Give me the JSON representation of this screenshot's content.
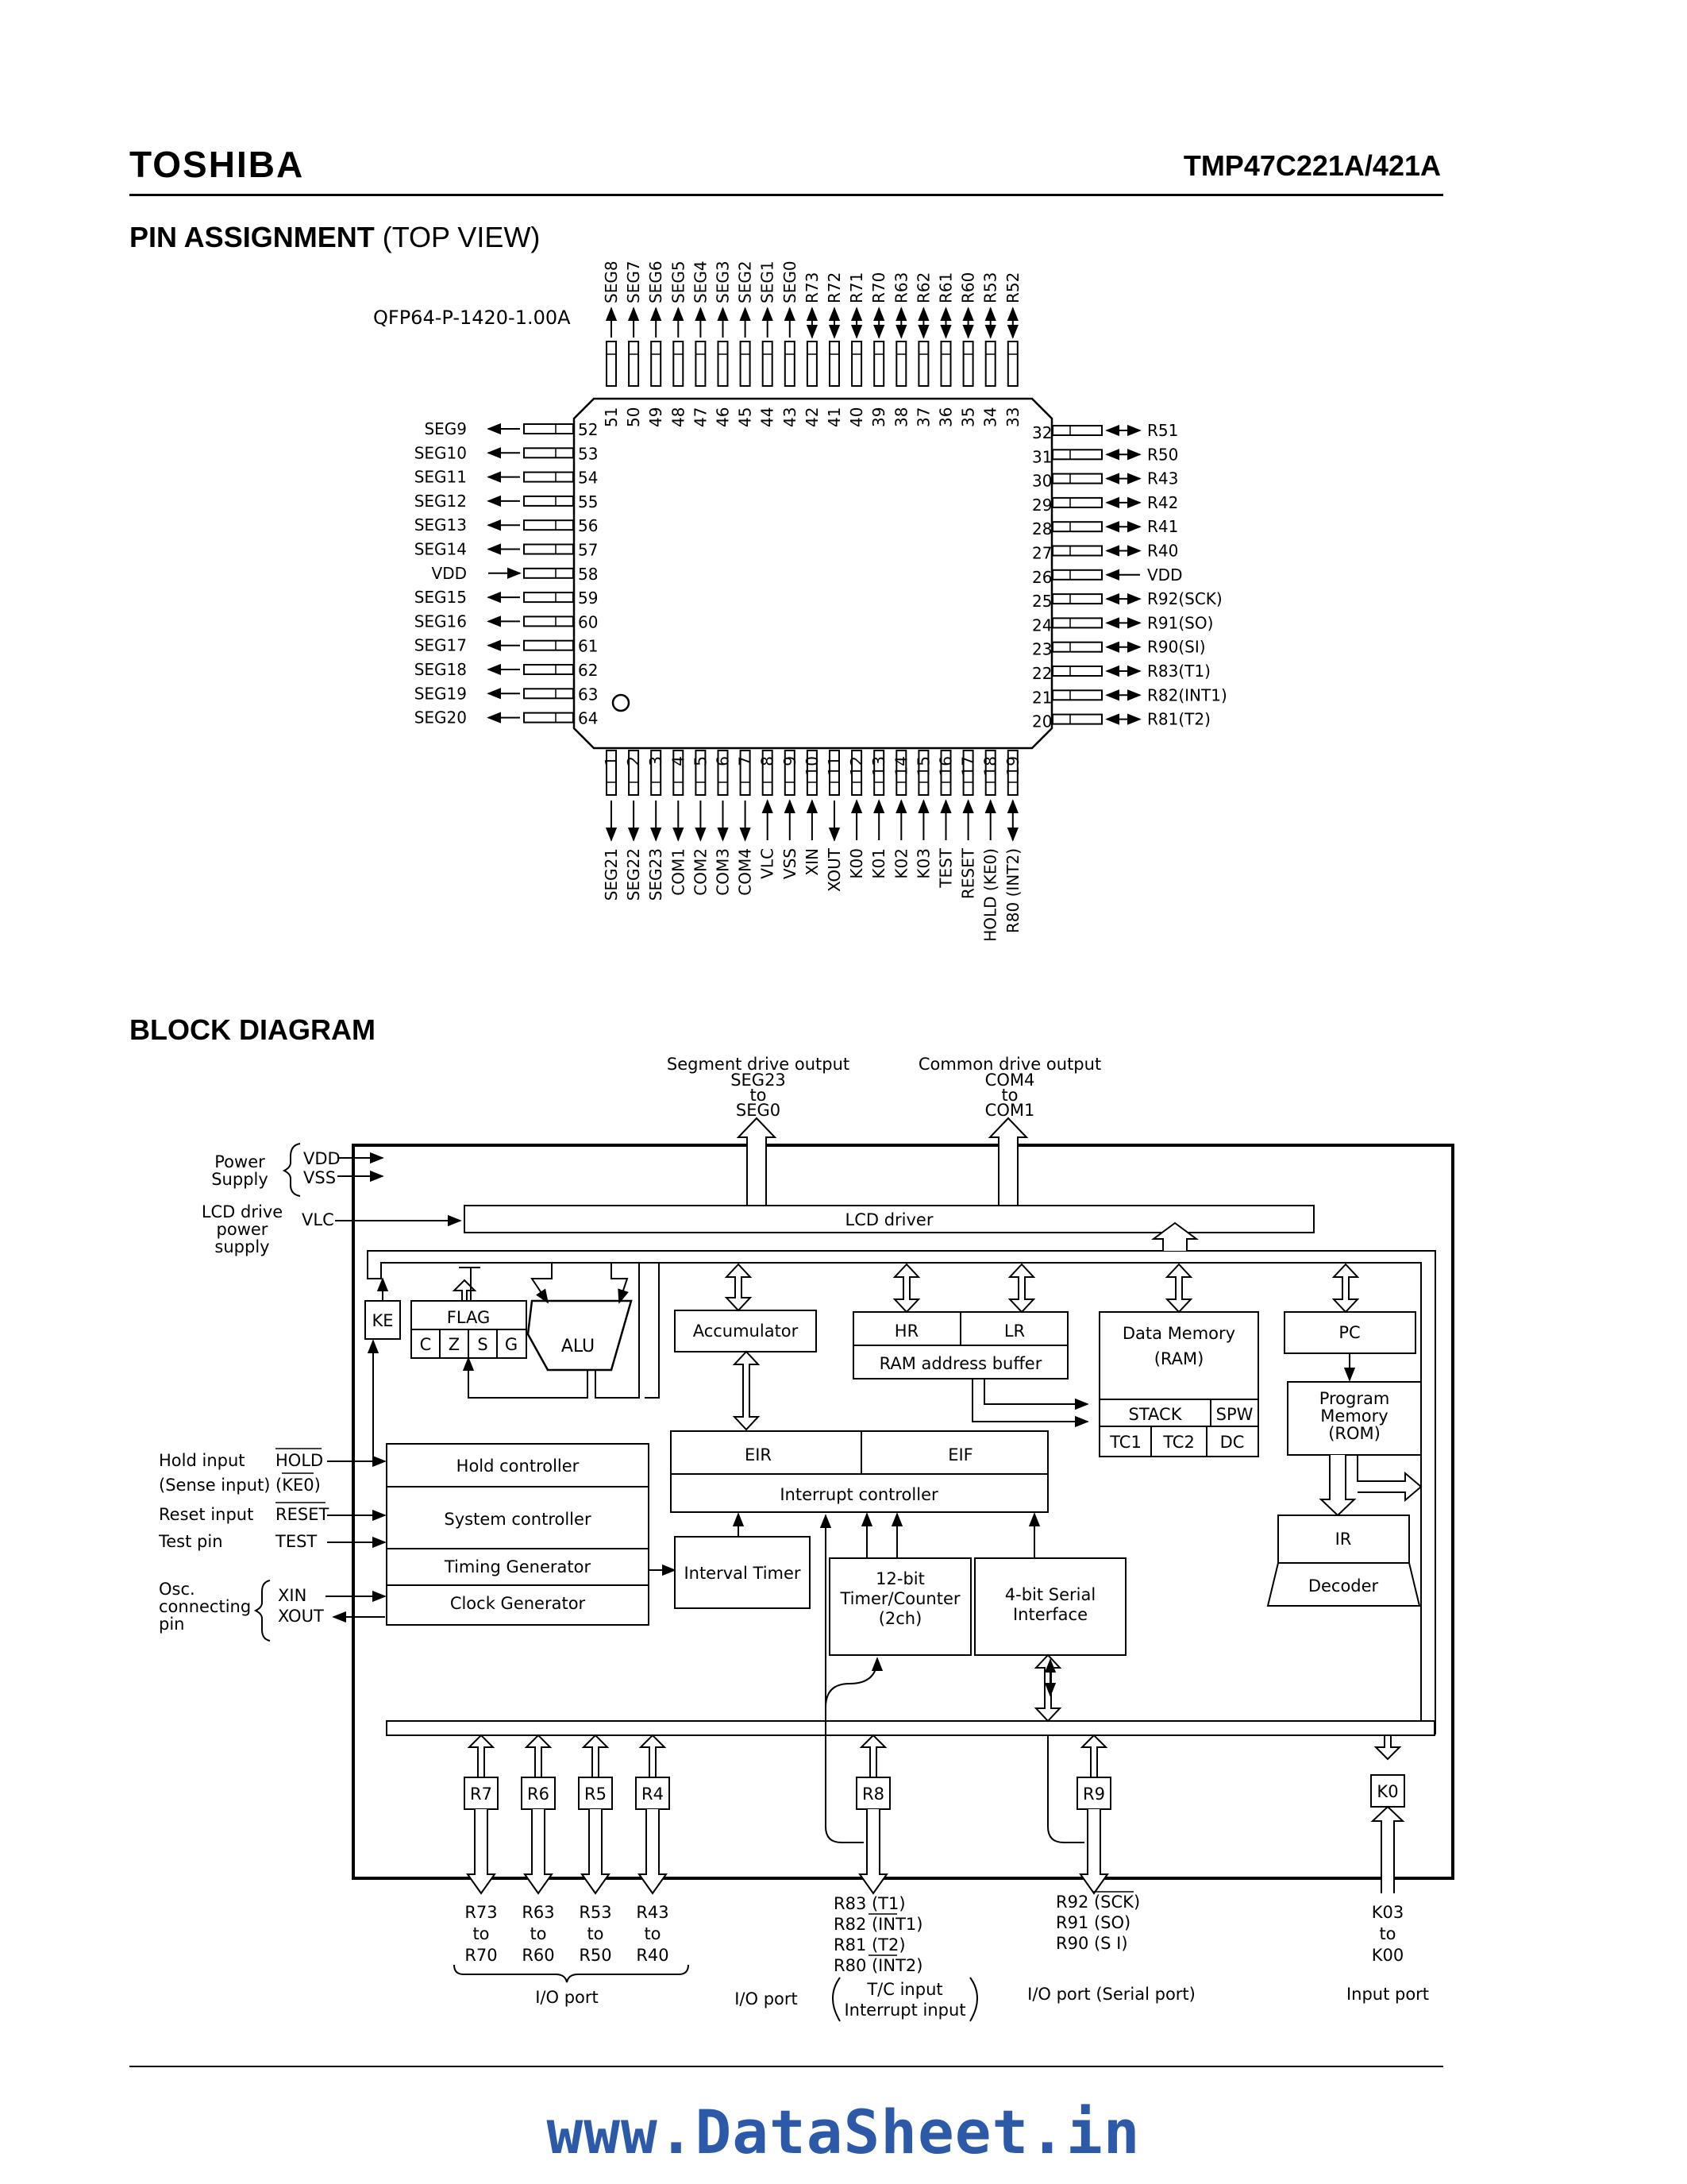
{
  "header": {
    "brand": "TOSHIBA",
    "part_number": "TMP47C221A/421A"
  },
  "pin_section": {
    "title": "PIN ASSIGNMENT",
    "title_suffix": "(TOP VIEW)",
    "package": "QFP64-P-1420-1.00A"
  },
  "pins_top": [
    {
      "num": "51",
      "name": "SEG8",
      "dir": "out"
    },
    {
      "num": "50",
      "name": "SEG7",
      "dir": "out"
    },
    {
      "num": "49",
      "name": "SEG6",
      "dir": "out"
    },
    {
      "num": "48",
      "name": "SEG5",
      "dir": "out"
    },
    {
      "num": "47",
      "name": "SEG4",
      "dir": "out"
    },
    {
      "num": "46",
      "name": "SEG3",
      "dir": "out"
    },
    {
      "num": "45",
      "name": "SEG2",
      "dir": "out"
    },
    {
      "num": "44",
      "name": "SEG1",
      "dir": "out"
    },
    {
      "num": "43",
      "name": "SEG0",
      "dir": "out"
    },
    {
      "num": "42",
      "name": "R73",
      "dir": "io"
    },
    {
      "num": "41",
      "name": "R72",
      "dir": "io"
    },
    {
      "num": "40",
      "name": "R71",
      "dir": "io"
    },
    {
      "num": "39",
      "name": "R70",
      "dir": "io"
    },
    {
      "num": "38",
      "name": "R63",
      "dir": "io"
    },
    {
      "num": "37",
      "name": "R62",
      "dir": "io"
    },
    {
      "num": "36",
      "name": "R61",
      "dir": "io"
    },
    {
      "num": "35",
      "name": "R60",
      "dir": "io"
    },
    {
      "num": "34",
      "name": "R53",
      "dir": "io"
    },
    {
      "num": "33",
      "name": "R52",
      "dir": "io"
    }
  ],
  "pins_left": [
    {
      "num": "52",
      "name": "SEG9",
      "dir": "out"
    },
    {
      "num": "53",
      "name": "SEG10",
      "dir": "out"
    },
    {
      "num": "54",
      "name": "SEG11",
      "dir": "out"
    },
    {
      "num": "55",
      "name": "SEG12",
      "dir": "out"
    },
    {
      "num": "56",
      "name": "SEG13",
      "dir": "out"
    },
    {
      "num": "57",
      "name": "SEG14",
      "dir": "out"
    },
    {
      "num": "58",
      "name": "VDD",
      "dir": "in"
    },
    {
      "num": "59",
      "name": "SEG15",
      "dir": "out"
    },
    {
      "num": "60",
      "name": "SEG16",
      "dir": "out"
    },
    {
      "num": "61",
      "name": "SEG17",
      "dir": "out"
    },
    {
      "num": "62",
      "name": "SEG18",
      "dir": "out"
    },
    {
      "num": "63",
      "name": "SEG19",
      "dir": "out"
    },
    {
      "num": "64",
      "name": "SEG20",
      "dir": "out"
    }
  ],
  "pins_right": [
    {
      "num": "32",
      "name": "R51",
      "dir": "io"
    },
    {
      "num": "31",
      "name": "R50",
      "dir": "io"
    },
    {
      "num": "30",
      "name": "R43",
      "dir": "io"
    },
    {
      "num": "29",
      "name": "R42",
      "dir": "io"
    },
    {
      "num": "28",
      "name": "R41",
      "dir": "io"
    },
    {
      "num": "27",
      "name": "R40",
      "dir": "io"
    },
    {
      "num": "26",
      "name": "VDD",
      "dir": "in"
    },
    {
      "num": "25",
      "name": "R92(SCK)",
      "dir": "io"
    },
    {
      "num": "24",
      "name": "R91(SO)",
      "dir": "io"
    },
    {
      "num": "23",
      "name": "R90(SI)",
      "dir": "io"
    },
    {
      "num": "22",
      "name": "R83(T1)",
      "dir": "io"
    },
    {
      "num": "21",
      "name": "R82(INT1)",
      "dir": "io"
    },
    {
      "num": "20",
      "name": "R81(T2)",
      "dir": "io"
    }
  ],
  "pins_bottom": [
    {
      "num": "1",
      "name": "SEG21",
      "dir": "out"
    },
    {
      "num": "2",
      "name": "SEG22",
      "dir": "out"
    },
    {
      "num": "3",
      "name": "SEG23",
      "dir": "out"
    },
    {
      "num": "4",
      "name": "COM1",
      "dir": "out"
    },
    {
      "num": "5",
      "name": "COM2",
      "dir": "out"
    },
    {
      "num": "6",
      "name": "COM3",
      "dir": "out"
    },
    {
      "num": "7",
      "name": "COM4",
      "dir": "out"
    },
    {
      "num": "8",
      "name": "VLC",
      "dir": "in"
    },
    {
      "num": "9",
      "name": "VSS",
      "dir": "in"
    },
    {
      "num": "10",
      "name": "XIN",
      "dir": "in"
    },
    {
      "num": "11",
      "name": "XOUT",
      "dir": "out"
    },
    {
      "num": "12",
      "name": "K00",
      "dir": "in"
    },
    {
      "num": "13",
      "name": "K01",
      "dir": "in"
    },
    {
      "num": "14",
      "name": "K02",
      "dir": "in"
    },
    {
      "num": "15",
      "name": "K03",
      "dir": "in"
    },
    {
      "num": "16",
      "name": "TEST",
      "dir": "in"
    },
    {
      "num": "17",
      "name": "RESET",
      "dir": "in"
    },
    {
      "num": "18",
      "name": "HOLD (KE0)",
      "dir": "in"
    },
    {
      "num": "19",
      "name": "R80 (INT2)",
      "dir": "io"
    }
  ],
  "block_section": {
    "title": "BLOCK DIAGRAM"
  },
  "block": {
    "seg_out_1": "Segment drive output",
    "seg_out_2": "SEG23",
    "seg_out_3": "to",
    "seg_out_4": "SEG0",
    "com_out_1": "Common drive output",
    "com_out_2": "COM4",
    "com_out_3": "to",
    "com_out_4": "COM1",
    "power_1": "Power",
    "power_2": "Supply",
    "vdd": "VDD",
    "vss": "VSS",
    "lcdp_1": "LCD drive",
    "lcdp_2": "power",
    "lcdp_3": "supply",
    "vlc": "VLC",
    "lcd_driver": "LCD  driver",
    "ke": "KE",
    "flag": "FLAG",
    "flag_c": "C",
    "flag_z": "Z",
    "flag_s": "S",
    "flag_g": "G",
    "alu": "ALU",
    "accumulator": "Accumulator",
    "hr": "HR",
    "lr": "LR",
    "ram_addr": "RAM address buffer",
    "dm_1": "Data Memory",
    "dm_2": "(RAM)",
    "stack": "STACK",
    "spw": "SPW",
    "tc1": "TC1",
    "tc2": "TC2",
    "dc": "DC",
    "pc": "PC",
    "pm_1": "Program",
    "pm_2": "Memory",
    "pm_3": "(ROM)",
    "ir": "IR",
    "decoder": "Decoder",
    "eir": "EIR",
    "eif": "EIF",
    "intc": "Interrupt  controller",
    "hold_ctrl": "Hold controller",
    "sys_ctrl": "System controller",
    "timing_gen": "Timing Generator",
    "clock_gen": "Clock Generator",
    "interval_timer": "Interval Timer",
    "timer_1": "12-bit",
    "timer_2": "Timer/Counter",
    "timer_3": "(2ch)",
    "serial_1": "4-bit Serial",
    "serial_2": "Interface",
    "hold_in_1": "Hold input",
    "hold_in_2": "(Sense input)",
    "hold": "HOLD",
    "ke0": "(KE0)",
    "reset_in": "Reset input",
    "reset": "RESET",
    "test_pin": "Test pin",
    "test": "TEST",
    "osc_1": "Osc.",
    "osc_2": "connecting",
    "osc_3": "pin",
    "xin": "XIN",
    "xout": "XOUT",
    "r7": "R7",
    "r6": "R6",
    "r5": "R5",
    "r4": "R4",
    "r8": "R8",
    "r9": "R9",
    "k0": "K0",
    "r7_1": "R73",
    "r7_2": "to",
    "r7_3": "R70",
    "r6_1": "R63",
    "r6_2": "to",
    "r6_3": "R60",
    "r5_1": "R53",
    "r5_2": "to",
    "r5_3": "R50",
    "r4_1": "R43",
    "r4_2": "to",
    "r4_3": "R40",
    "io_port": "I/O port",
    "io_port2": "I/O port",
    "r8_1": "R83 (T1)",
    "r8_2": "R82 (INT1)",
    "r8_3": "R81 (T2)",
    "r8_4": "R80 (INT2)",
    "tc_in": "T/C input",
    "int_in": "Interrupt  input",
    "r9_1": "R92 (SCK)",
    "r9_2": "R91 (SO)",
    "r9_3": "R90 (S I)",
    "serial_port": "I/O port (Serial port)",
    "k0_1": "K03",
    "k0_2": "to",
    "k0_3": "K00",
    "input_port": "Input port"
  },
  "footer": {
    "watermark": "www.DataSheet.in"
  }
}
